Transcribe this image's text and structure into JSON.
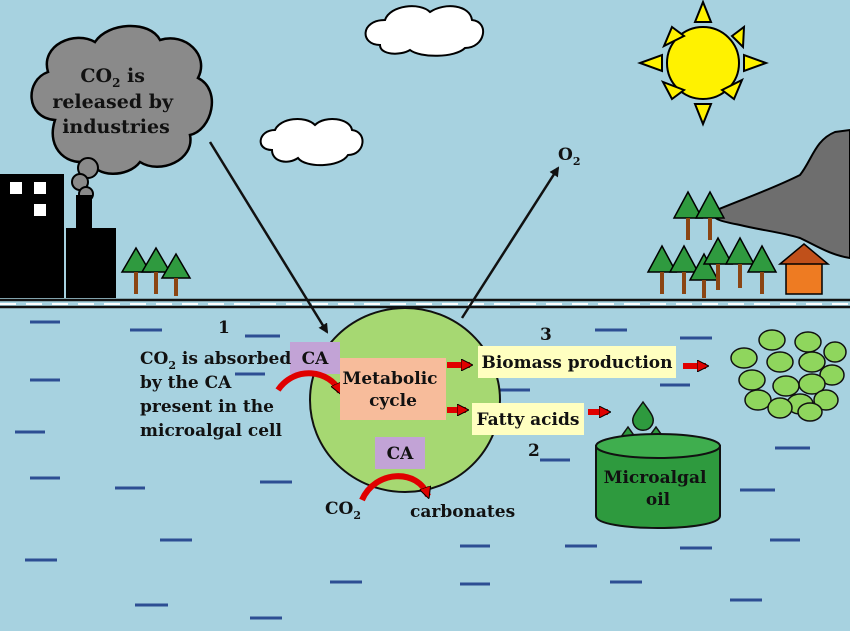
{
  "cloud_text": {
    "line1_main": "CO",
    "line1_sub": "2",
    "line1_rest": " is",
    "line2": "released by",
    "line3": "industries"
  },
  "o2": {
    "main": "O",
    "sub": "2"
  },
  "step1": {
    "number": "1",
    "line1_main": "CO",
    "line1_sub": "2",
    "line1_rest": " is absorbed",
    "line2": "by the CA",
    "line3": "present in the",
    "line4": "microalgal cell"
  },
  "ca_top": "CA",
  "ca_bottom": "CA",
  "metabolic": {
    "line1": "Metabolic",
    "line2": "cycle"
  },
  "step3_number": "3",
  "biomass_label": "Biomass production",
  "fatty_label": "Fatty acids",
  "step2_number": "2",
  "co2_bottom": {
    "main": "CO",
    "sub": "2"
  },
  "carbonates_label": "carbonates",
  "oil": {
    "line1": "Microalgal",
    "line2": "oil"
  },
  "colors": {
    "water": "#a7d2e0",
    "cell": "#a6d872",
    "ca_box": "#c2a3d6",
    "metabolic_box": "#f7bc9b",
    "label_box": "#ffffc0",
    "red_arrow": "#e00000",
    "oil_drum": "#2e9a3e",
    "sun": "#fff200",
    "smoke": "#888888"
  }
}
